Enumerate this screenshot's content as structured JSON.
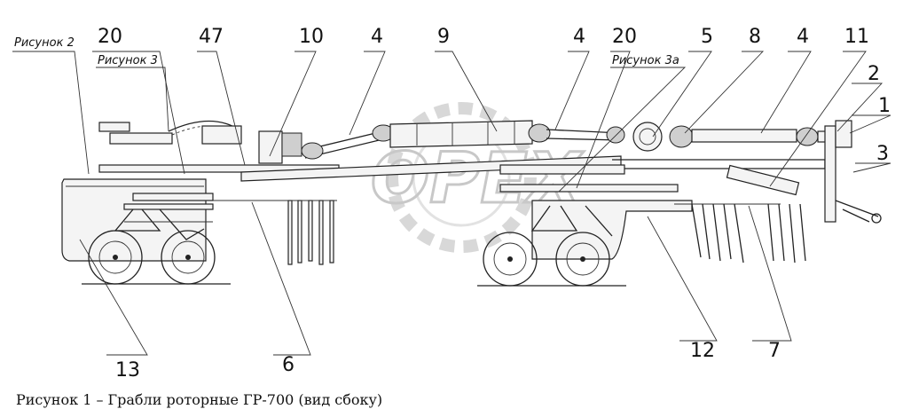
{
  "callouts": {
    "c20a": "20",
    "c47": "47",
    "c10": "10",
    "c4a": "4",
    "c9": "9",
    "c4b": "4",
    "c20b": "20",
    "c5": "5",
    "c8": "8",
    "c4c": "4",
    "c11": "11",
    "c2": "2",
    "c1": "1",
    "c3": "3",
    "c13": "13",
    "c6": "6",
    "c12": "12",
    "c7": "7"
  },
  "references": {
    "fig2": "Рисунок 2",
    "fig3": "Рисунок 3",
    "fig3a": "Рисунок 3а"
  },
  "caption": "Рисунок 1 – Грабли роторные ГР-700 (вид сбоку)",
  "watermark": "OPEX"
}
